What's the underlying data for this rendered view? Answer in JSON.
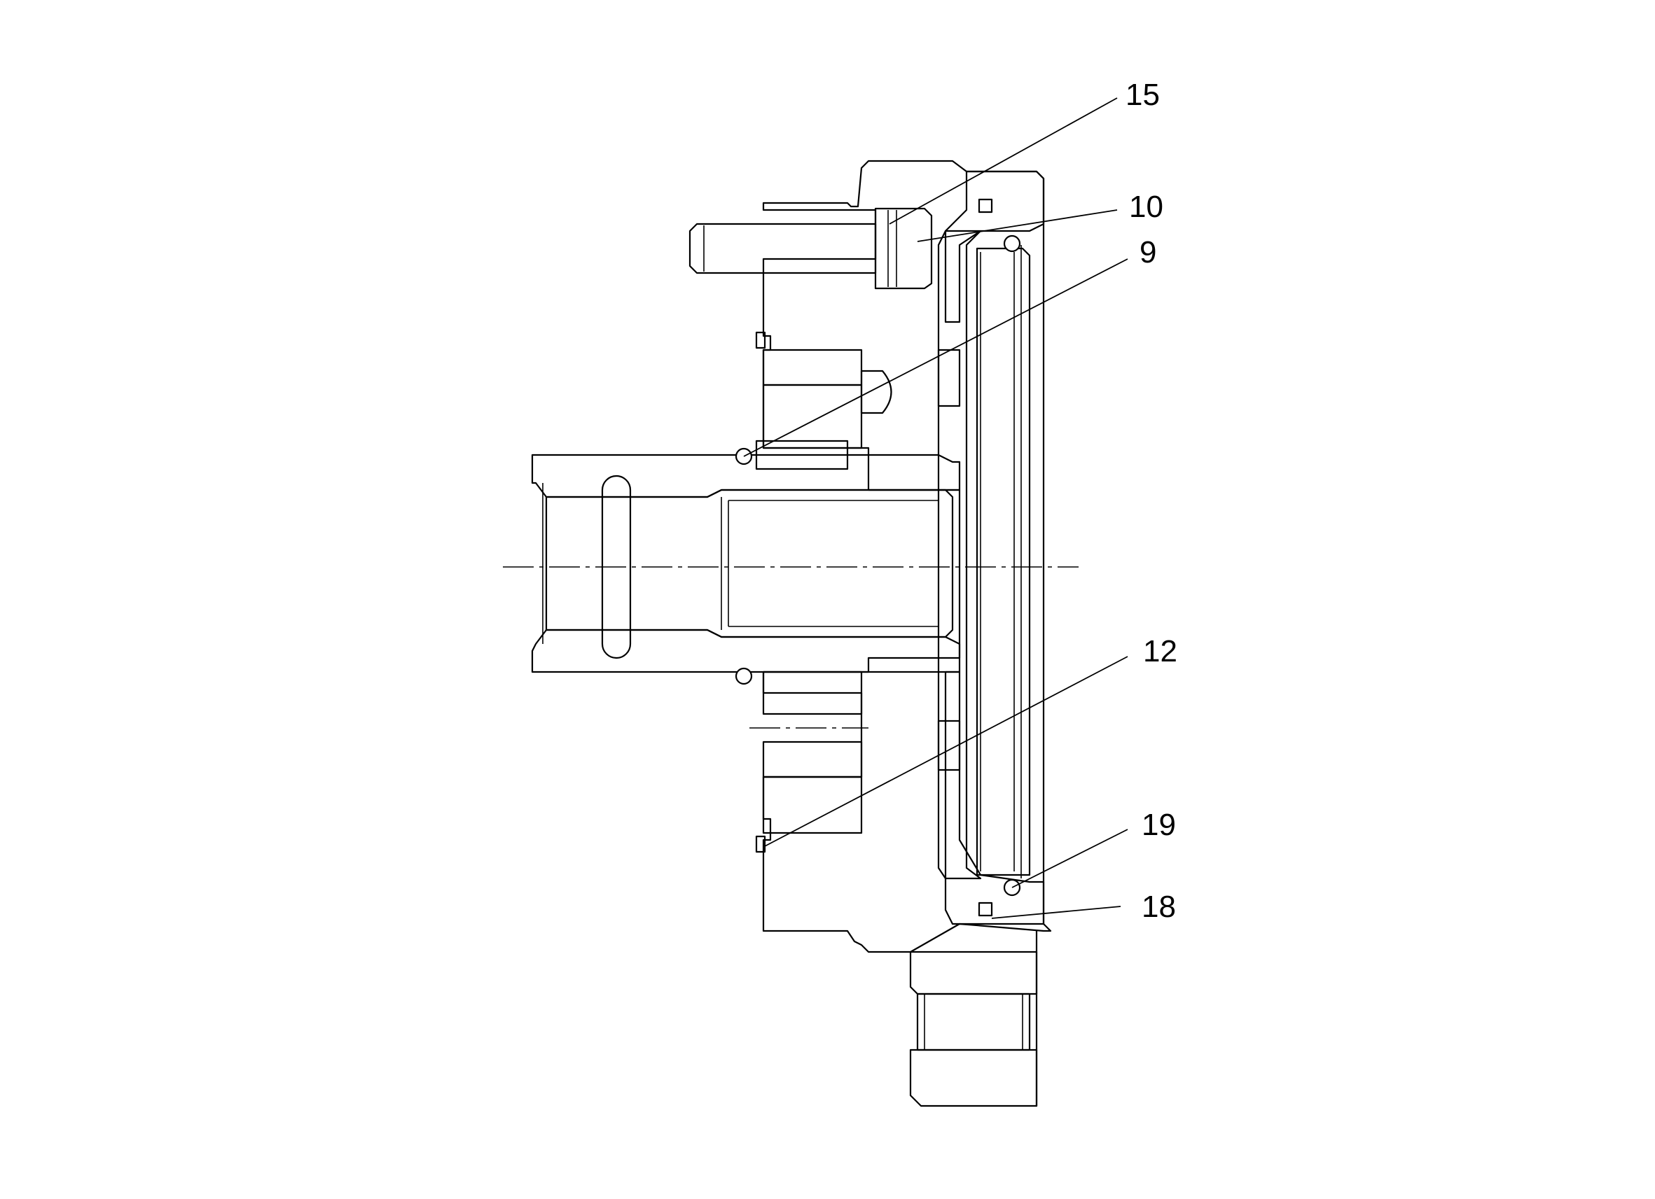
{
  "labels": {
    "l15": "15",
    "l10": "10",
    "l9": "9",
    "l12": "12",
    "l19": "19",
    "l18": "18"
  }
}
